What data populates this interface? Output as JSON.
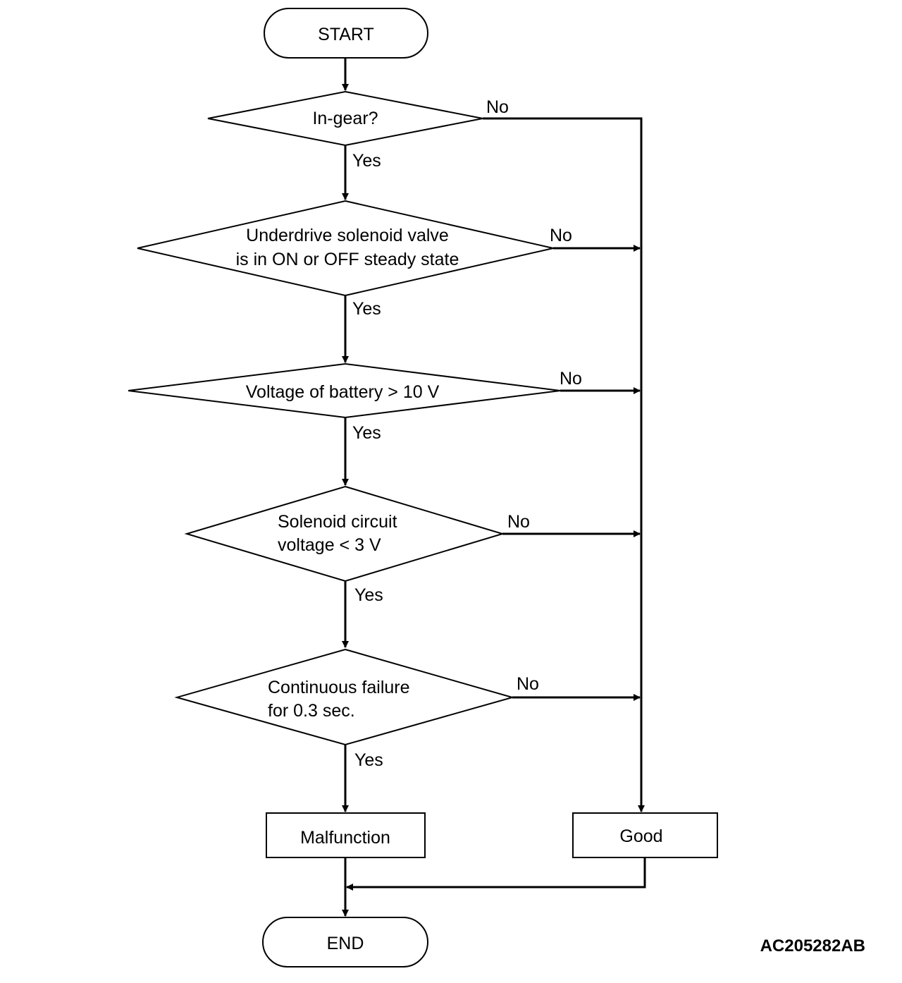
{
  "flowchart": {
    "start": "START",
    "end": "END",
    "decisions": [
      {
        "lines": [
          "In-gear?"
        ],
        "yes": "Yes",
        "no": "No"
      },
      {
        "lines": [
          "Underdrive solenoid valve",
          "is in ON or OFF steady state"
        ],
        "yes": "Yes",
        "no": "No"
      },
      {
        "lines": [
          "Voltage of battery > 10 V"
        ],
        "yes": "Yes",
        "no": "No"
      },
      {
        "lines": [
          "Solenoid circuit",
          "voltage < 3 V"
        ],
        "yes": "Yes",
        "no": "No"
      },
      {
        "lines": [
          "Continuous failure",
          "for 0.3 sec."
        ],
        "yes": "Yes",
        "no": "No"
      }
    ],
    "malfunction": "Malfunction",
    "good": "Good"
  },
  "figure_code": "AC205282AB"
}
